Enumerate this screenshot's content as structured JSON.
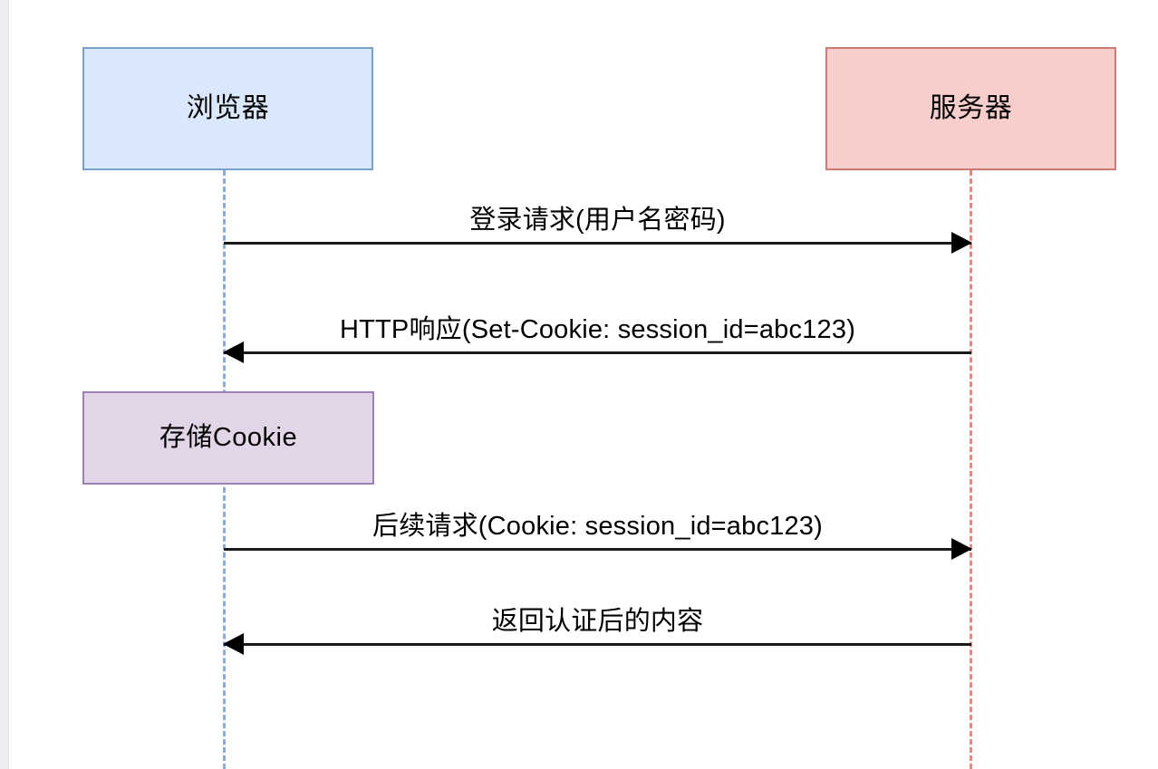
{
  "diagram": {
    "type": "sequence-diagram",
    "participants": [
      {
        "id": "browser",
        "label": "浏览器",
        "fill": "#dae8fc",
        "stroke": "#7b9fcc",
        "lifeline_color": "#8aaadd"
      },
      {
        "id": "server",
        "label": "服务器",
        "fill": "#f8cecc",
        "stroke": "#cd7a76",
        "lifeline_color": "#e08a86"
      }
    ],
    "notes": [
      {
        "id": "store-cookie",
        "label": "存储Cookie",
        "fill": "#e1d5e7",
        "stroke": "#9f7fb8",
        "attached_to": "browser"
      }
    ],
    "messages": [
      {
        "index": 1,
        "label": "登录请求(用户名密码)",
        "from": "browser",
        "to": "server",
        "direction": "right",
        "style": "solid"
      },
      {
        "index": 2,
        "label": "HTTP响应(Set-Cookie: session_id=abc123)",
        "from": "server",
        "to": "browser",
        "direction": "left",
        "style": "solid"
      },
      {
        "index": 3,
        "label": "后续请求(Cookie: session_id=abc123)",
        "from": "browser",
        "to": "server",
        "direction": "right",
        "style": "solid"
      },
      {
        "index": 4,
        "label": "返回认证后的内容",
        "from": "server",
        "to": "browser",
        "direction": "left",
        "style": "solid"
      }
    ]
  }
}
